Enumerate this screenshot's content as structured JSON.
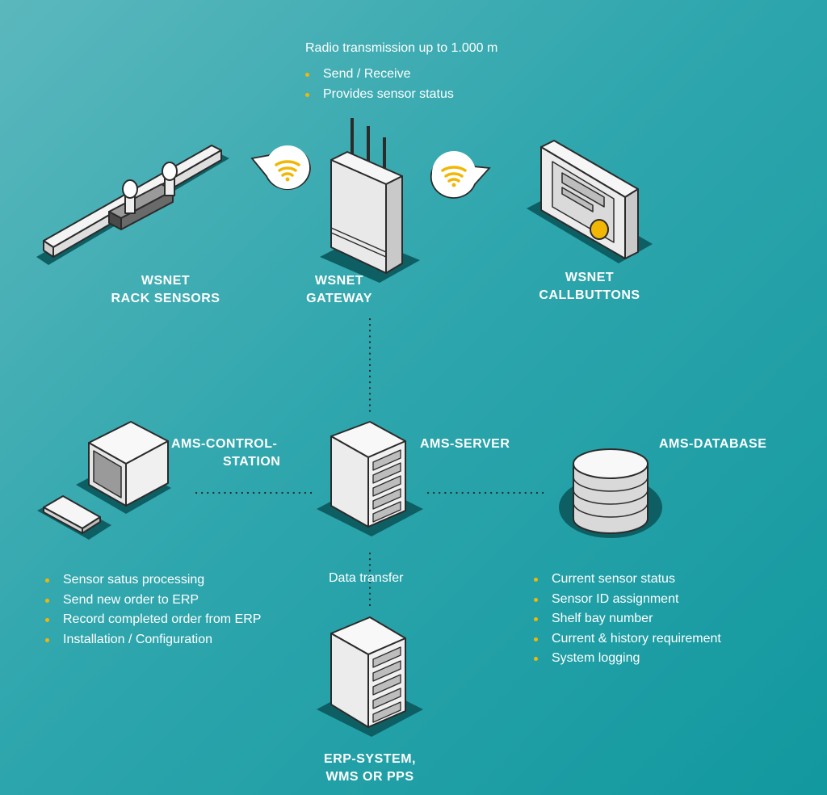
{
  "radio": {
    "title": "Radio transmission up to 1.000 m",
    "bullets": [
      "Send / Receive",
      "Provides sensor status"
    ]
  },
  "nodes": {
    "rack_sensors": [
      "WSNET",
      "RACK SENSORS"
    ],
    "gateway": [
      "WSNET",
      "GATEWAY"
    ],
    "callbuttons": [
      "WSNET",
      "CALLBUTTONS"
    ],
    "control_station": [
      "AMS-CONTROL-",
      "STATION"
    ],
    "server": [
      "AMS-SERVER"
    ],
    "database": [
      "AMS-DATABASE"
    ],
    "erp": [
      "ERP-SYSTEM,",
      "WMS OR PPS"
    ]
  },
  "data_transfer": "Data transfer",
  "control_station_features": [
    "Sensor satus processing",
    "Send new order to ERP",
    "Record completed order from ERP",
    "Installation / Configuration"
  ],
  "database_features": [
    "Current sensor status",
    "Sensor ID assignment",
    "Shelf bay number",
    "Current & history requirement",
    "System logging"
  ],
  "colors": {
    "background": "#2fa6ad",
    "bullet": "#f2b705",
    "shadow": "#0e5f63",
    "device": "#f0f0f0",
    "outline": "#2b2b2b",
    "signal": "#f2b705"
  },
  "icons": [
    "wifi-signal-icon",
    "wifi-signal-icon"
  ]
}
